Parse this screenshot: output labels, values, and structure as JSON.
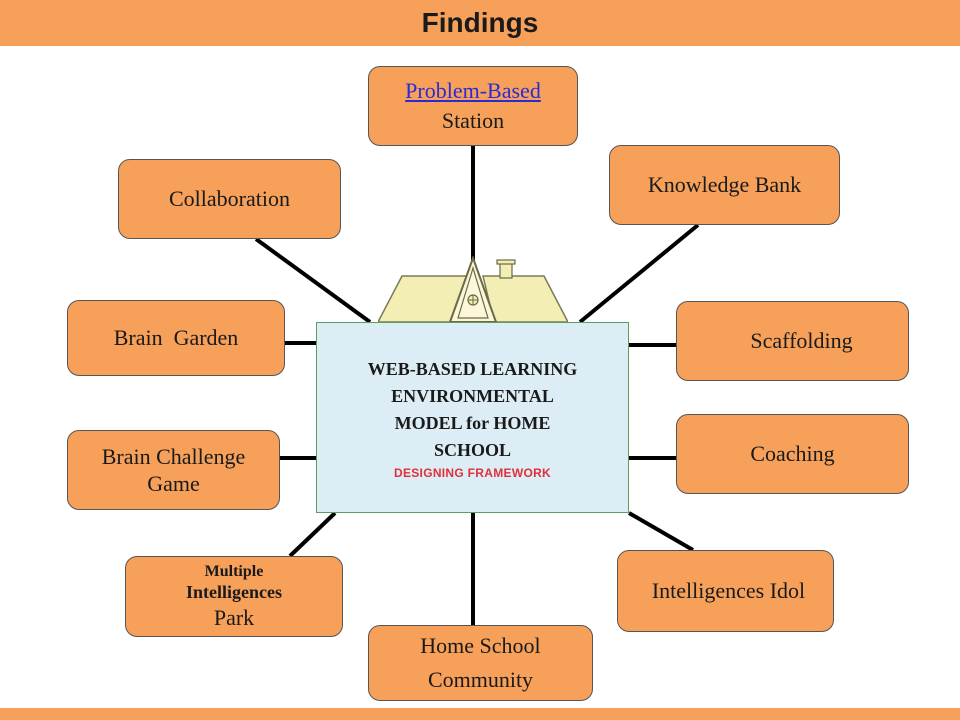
{
  "header": {
    "title": "Findings"
  },
  "center": {
    "lines": [
      "WEB-BASED LEARNING",
      "ENVIRONMENTAL",
      "MODEL for HOME",
      "SCHOOL"
    ],
    "subtitle": "DESIGNING FRAMEWORK"
  },
  "nodes": {
    "problem_based": {
      "line1": "Problem-Based",
      "line2": "Station"
    },
    "knowledge_bank": "Knowledge Bank",
    "collaboration": "Collaboration",
    "brain_garden": "Brain  Garden",
    "scaffolding": "Scaffolding",
    "coaching": "Coaching",
    "brain_challenge": {
      "line1": "Brain Challenge",
      "line2": "Game"
    },
    "multiple_intelligences": {
      "line1": "Multiple",
      "line2": "Intelligences",
      "line3": "Park"
    },
    "intelligences_idol": "Intelligences Idol",
    "home_school": {
      "line1": "Home School",
      "line2": "Community"
    }
  },
  "colors": {
    "node_fill": "#f6a05a",
    "center_fill": "#dcedf5",
    "center_border": "#5aa05a",
    "subtitle": "#e0303a",
    "link": "#2b2bd6"
  }
}
